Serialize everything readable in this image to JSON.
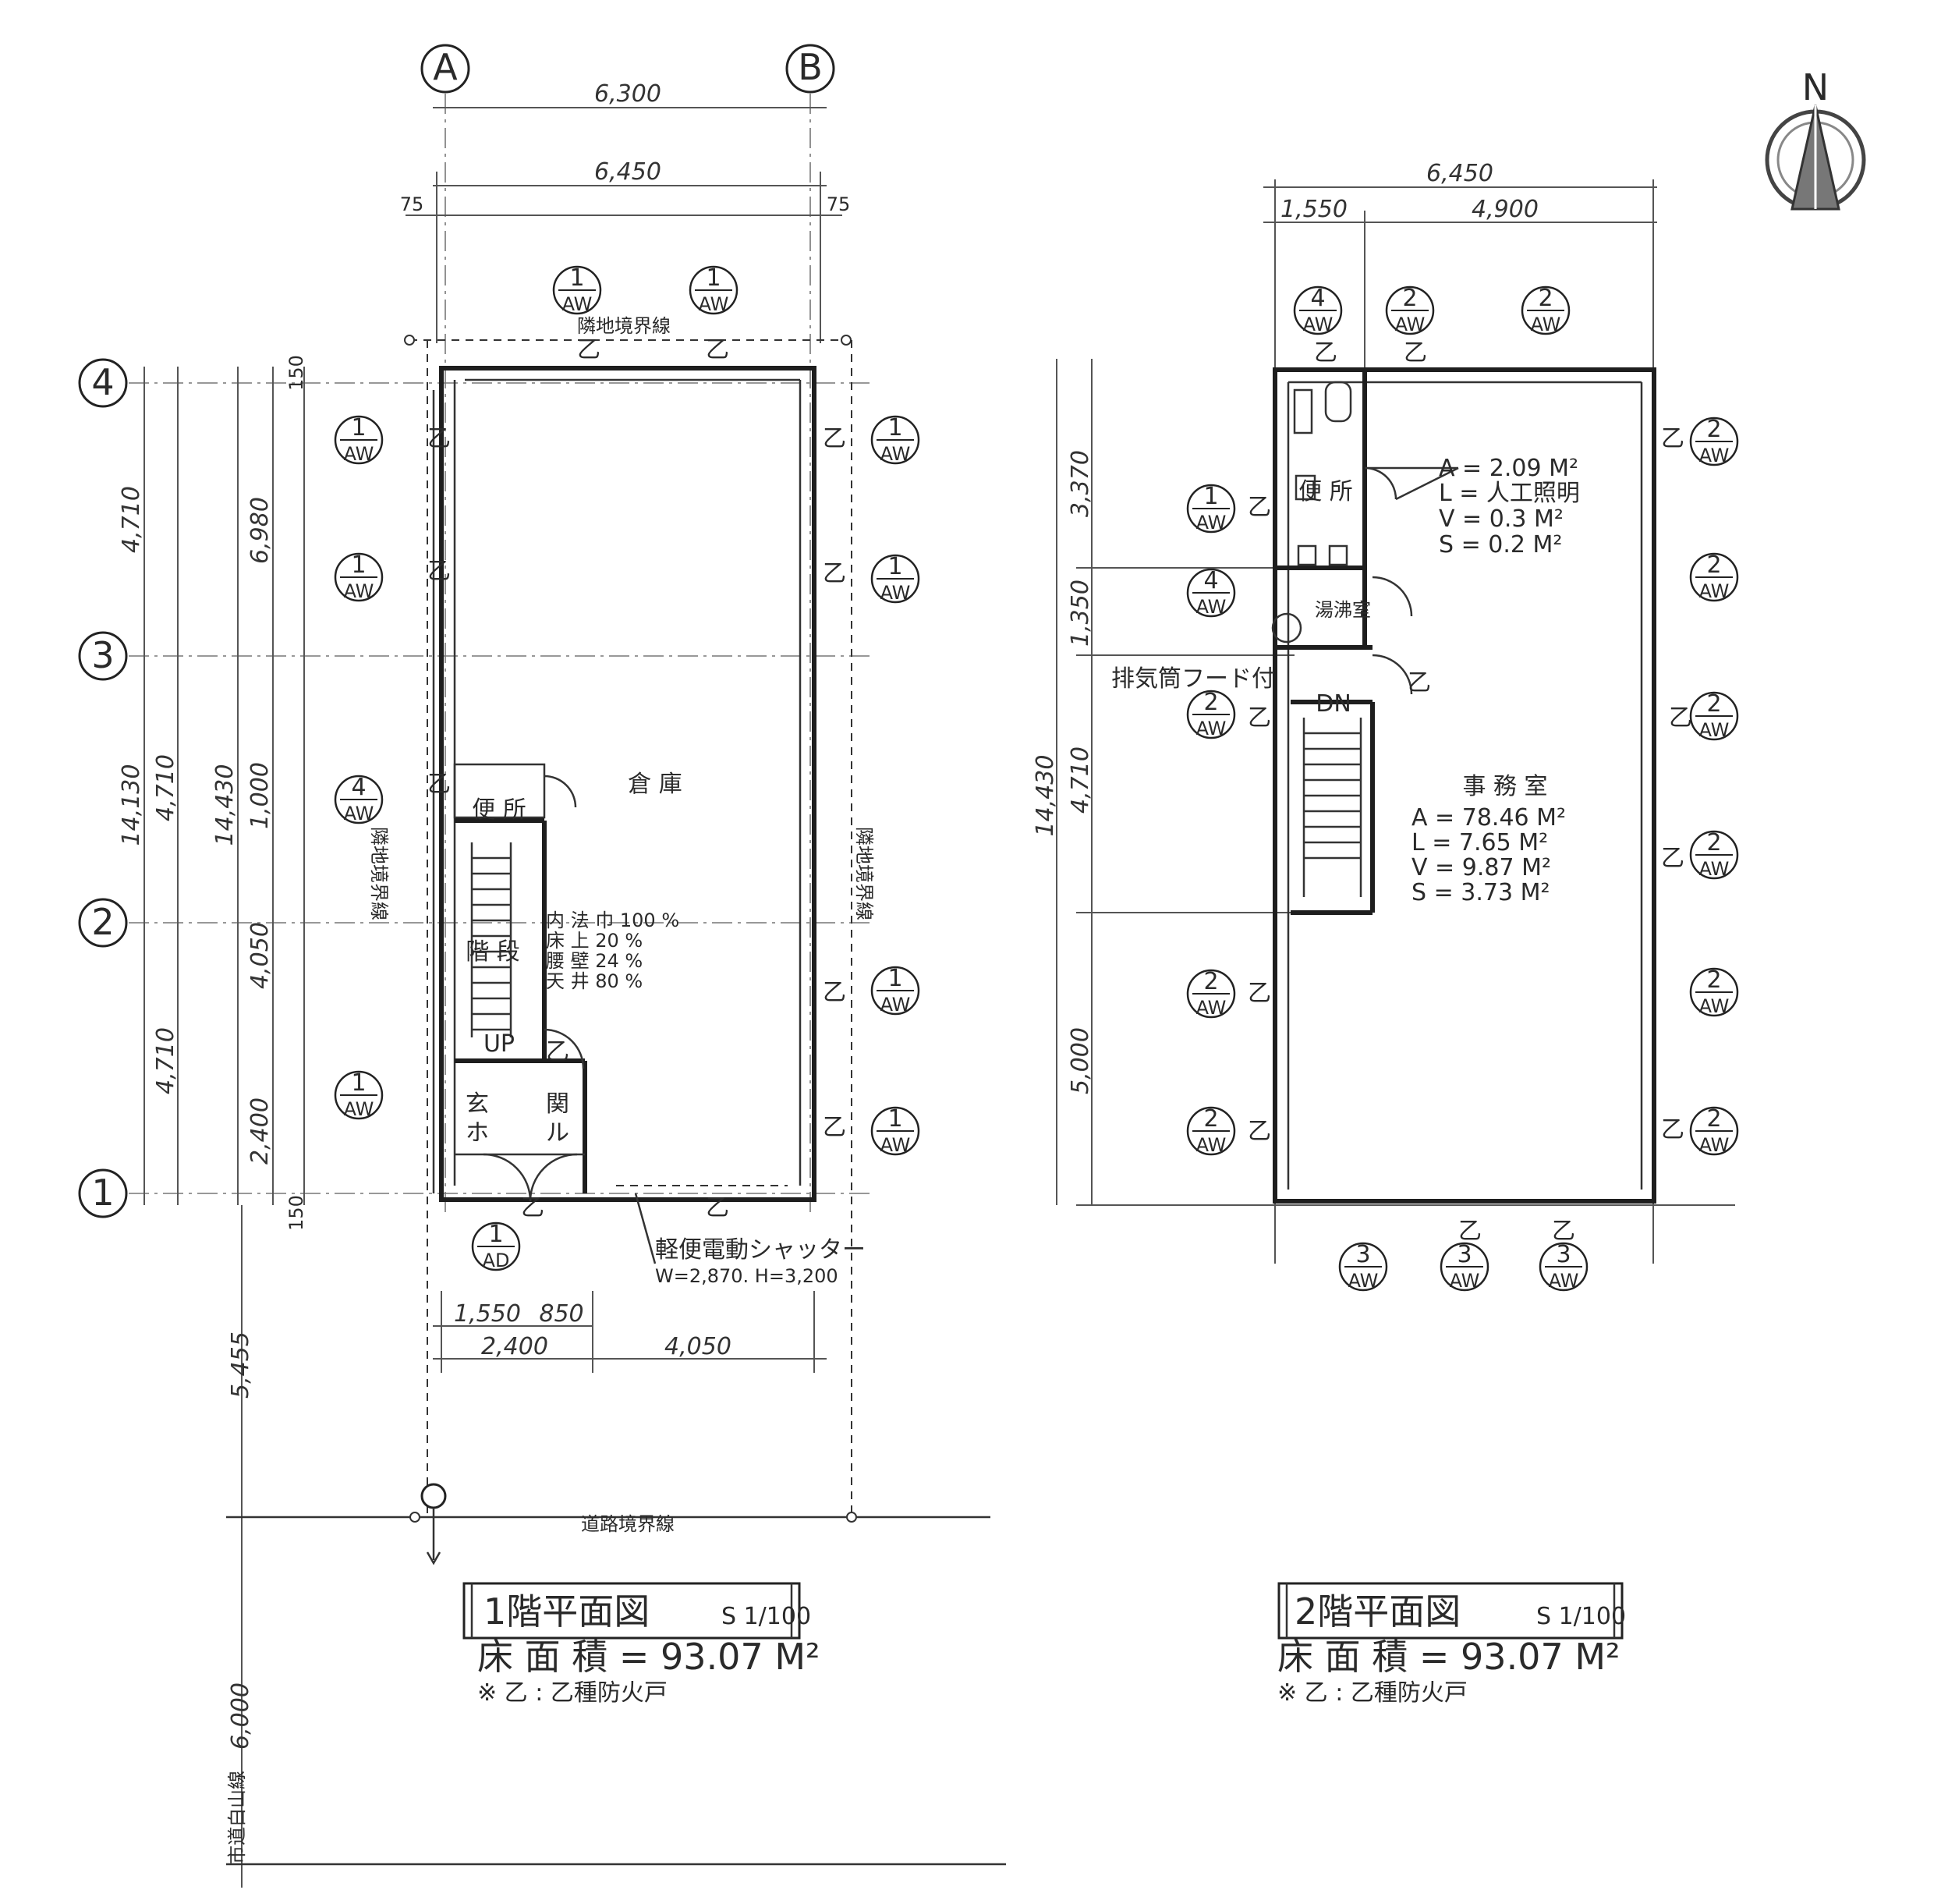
{
  "grid": {
    "columns": [
      "A",
      "B"
    ],
    "rows": [
      "4",
      "3",
      "2",
      "1"
    ]
  },
  "north_label": "N",
  "door_marks": {
    "aw1": {
      "num": "1",
      "code": "AW"
    },
    "aw2": {
      "num": "2",
      "code": "AW"
    },
    "aw3": {
      "num": "3",
      "code": "AW"
    },
    "aw4": {
      "num": "4",
      "code": "AW"
    },
    "ad1": {
      "num": "1",
      "code": "AD"
    }
  },
  "fire_door_mark": "乙",
  "floor1": {
    "dims": {
      "grid_width": "6,300",
      "overall_width": "6,450",
      "offset_left": "75",
      "offset_right": "75",
      "row_span_top": "4,710",
      "row_span_mid": "4,710",
      "row_span_bottom": "4,710",
      "total_depth": "14,130",
      "room_depth": "6,980",
      "wc_depth": "1,000",
      "stair_depth": "4,050",
      "hall_depth": "2,400",
      "overall_depth": "14,430",
      "edge_top": "150",
      "edge_bottom": "150",
      "bottom_a": "1,550",
      "bottom_b": "850",
      "bottom_c": "2,400",
      "bottom_d": "4,050",
      "setback": "5,455",
      "road_width": "6,000"
    },
    "labels": {
      "boundary_top": "隣地境界線",
      "boundary_left": "隣地境界線",
      "boundary_right": "隣地境界線",
      "boundary_bottom": "道路境界線",
      "road": "市道白山線",
      "warehouse": "倉 庫",
      "toilet": "便 所",
      "stair": "階 段",
      "up": "UP",
      "entrance_a": "玄",
      "entrance_b": "関",
      "hall_a": "ホ",
      "hall_b": "ル",
      "finish_notes": [
        "内 法 巾 100 %",
        "床 上 20 %",
        "腰 壁 24 %",
        "天 井 80 %"
      ],
      "shutter_1": "軽便電動シャッター",
      "shutter_2": "W=2,870. H=3,200"
    },
    "title": "1階平面図",
    "scale": "S 1/100",
    "floor_area": "床 面 積 = 93.07 M²",
    "note": "※ 乙 :  乙種防火戸"
  },
  "floor2": {
    "dims": {
      "overall_width": "6,450",
      "left_part": "1,550",
      "right_part": "4,900",
      "d_top": "3,370",
      "d_mid": "1,350",
      "d_low": "4,710",
      "d_bottom": "5,000",
      "d_total": "14,430"
    },
    "labels": {
      "toilet": "便 所",
      "wash": "湯沸室",
      "pipe": "排気筒フード付",
      "down": "DN",
      "office": "事 務 室"
    },
    "toilet_stats": [
      "A = 2.09 M²",
      "L = 人工照明",
      "V = 0.3 M²",
      "S = 0.2 M²"
    ],
    "office_stats": [
      "A = 78.46 M²",
      "L = 7.65 M²",
      "V = 9.87 M²",
      "S = 3.73 M²"
    ],
    "title": "2階平面図",
    "scale": "S 1/100",
    "floor_area": "床 面 積 = 93.07 M²",
    "note": "※ 乙 :  乙種防火戸"
  }
}
